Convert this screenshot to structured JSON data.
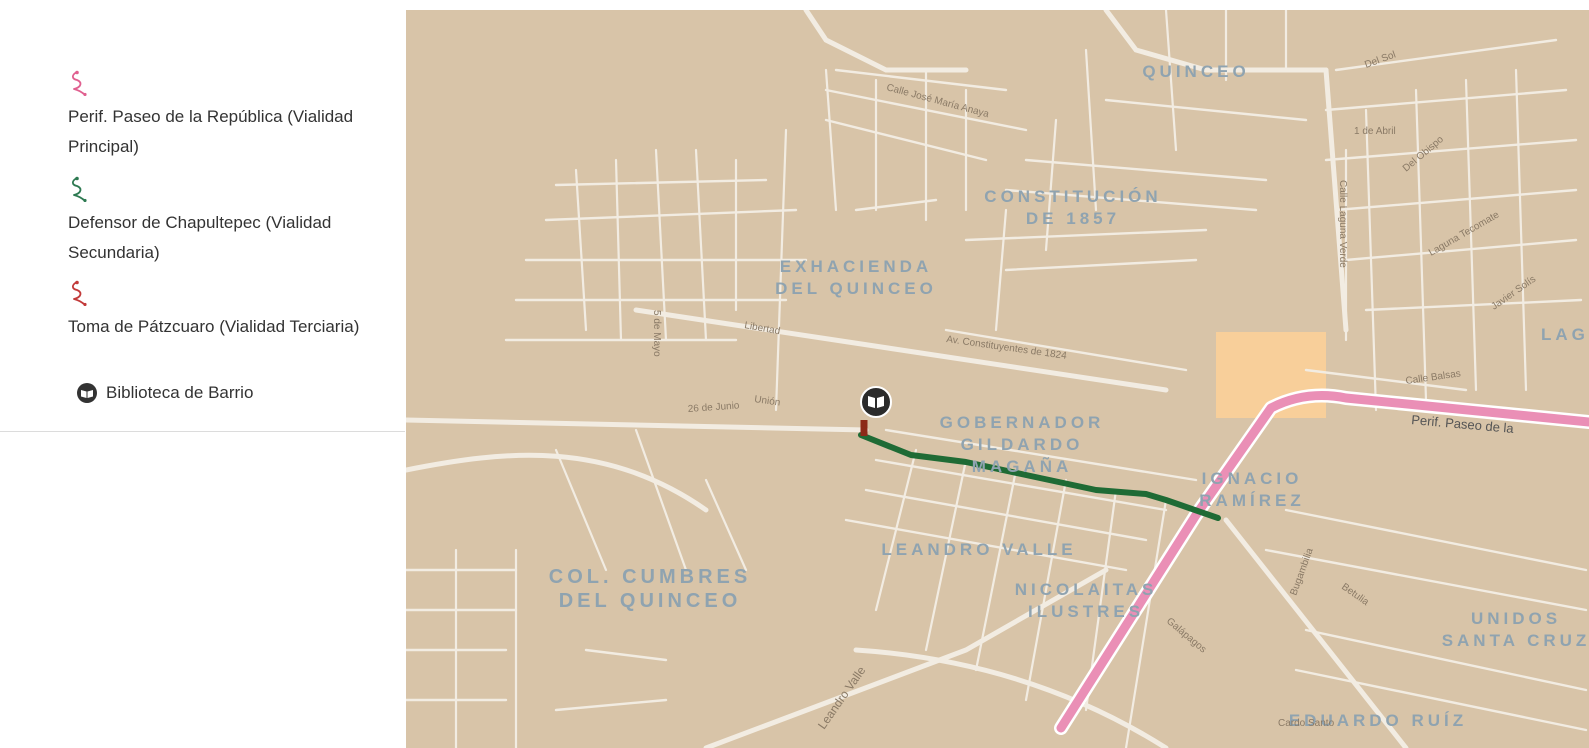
{
  "legend": {
    "title": "",
    "items": [
      {
        "label": "Perif. Paseo de la República (Vialidad Principal)",
        "color": "#e06090",
        "icon": "route-icon"
      },
      {
        "label": "Defensor de Chapultepec (Vialidad Secundaria)",
        "color": "#2e7a52",
        "icon": "route-icon"
      },
      {
        "label": "Toma de Pátzcuaro (Vialidad Terciaria)",
        "color": "#c23a3a",
        "icon": "route-icon"
      }
    ],
    "library_label": "Biblioteca de Barrio",
    "library_icon": "book-icon"
  },
  "map": {
    "colors": {
      "ground": "#d8c4a8",
      "street": "#f2ece2",
      "primary_route": "#ea8fb6",
      "secondary_route": "#1f6b35",
      "tertiary_route": "#8c2a18",
      "area": "#f8cf9a",
      "neighborhood_text": "#8fa3b0",
      "street_text": "#8a7a66"
    },
    "neighborhoods": [
      "QUINCEO",
      "CONSTITUCIÓN",
      "DE 1857",
      "EXHACIENDA",
      "DEL QUINCEO",
      "GOBERNADOR",
      "GILDARDO",
      "MAGAÑA",
      "IGNACIO",
      "RAMÍREZ",
      "LEANDRO VALLE",
      "NICOLAITAS",
      "ILUSTRES",
      "COL. CUMBRES",
      "DEL QUINCEO",
      "UNIDOS",
      "SANTA CRUZ",
      "EDUARDO RUÍZ",
      "LAG"
    ],
    "streets": [
      "Calle José María Anaya",
      "Av. Constituyentes de 1824",
      "Libertad",
      "Unión",
      "26 de Junio",
      "5 de Mayo",
      "Calle Laguna Verde",
      "Calle Balsas",
      "Perif. Paseo de la",
      "Leandro Valle",
      "Del Sol",
      "Laguna Tecomate",
      "1 de Abril",
      "Del Obispo",
      "Javier Solís",
      "Galápagos",
      "Betulia",
      "Bugambilia",
      "Cardo Santo"
    ]
  }
}
